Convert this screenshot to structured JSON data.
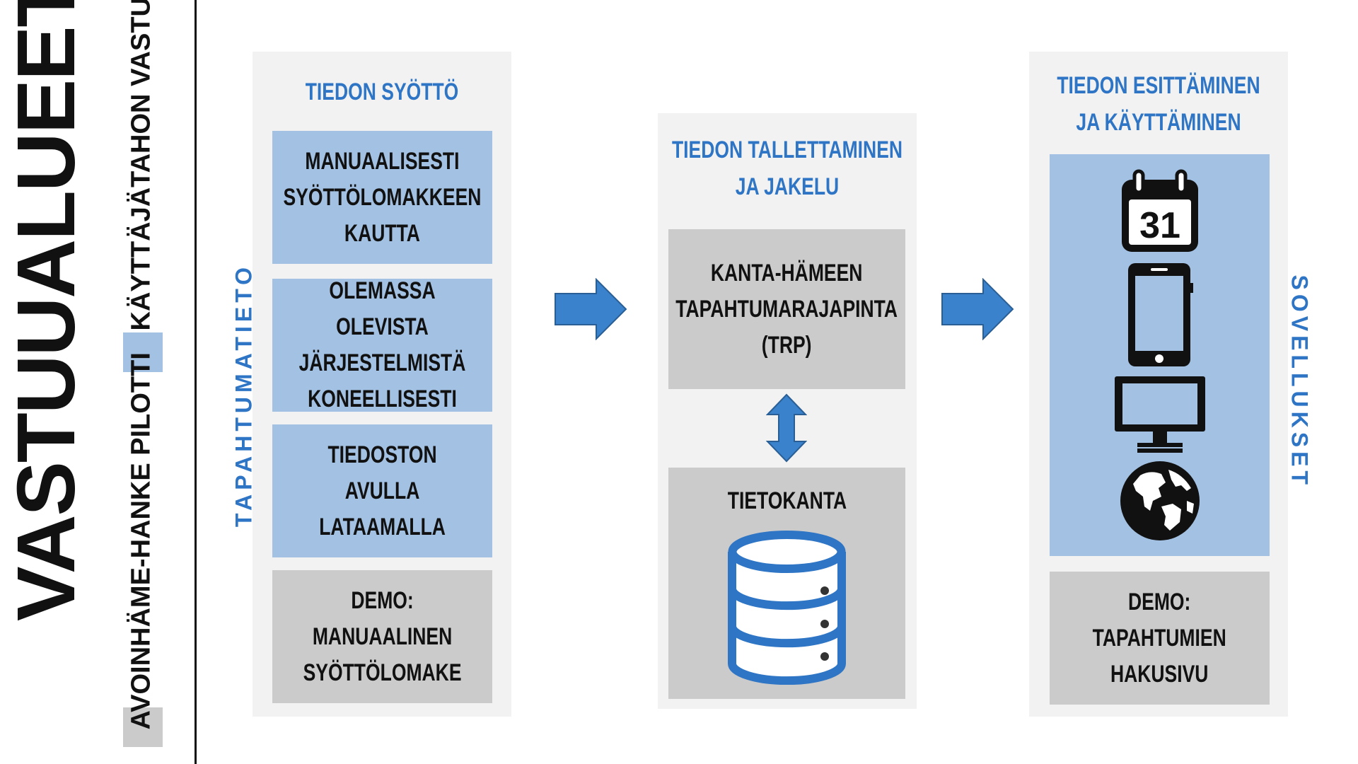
{
  "title": "VASTUUALUEET",
  "legend": {
    "user_responsibility": "KÄYTTÄJÄTAHON VASTUULLA",
    "pilot": "AVOINHÄME-HANKE PILOTTI",
    "colors": {
      "user": "#a3c1e2",
      "pilot": "#cbcbcb"
    }
  },
  "columns": {
    "input": {
      "heading": "TIEDON SYÖTTÖ",
      "side_label": "TAPAHTUMATIETO",
      "boxes": [
        "MANUAALISESTI\nSYÖTTÖLOMAKKEEN\nKAUTTA",
        "OLEMASSA OLEVISTA\nJÄRJESTELMISTÄ\nKONEELLISESTI",
        "TIEDOSTON\nAVULLA\nLATAAMALLA",
        "DEMO:\nMANUAALINEN\nSYÖTTÖLOMAKE"
      ]
    },
    "storage": {
      "heading": "TIEDON TALLETTAMINEN\nJA JAKELU",
      "api_box": "KANTA-HÄMEEN\nTAPAHTUMARAJAPINTA\n(TRP)",
      "db_box": "TIETOKANTA",
      "db_icon": "database-icon"
    },
    "presentation": {
      "heading": "TIEDON ESITTÄMINEN\nJA KÄYTTÄMINEN",
      "side_label": "SOVELLUKSET",
      "calendar_day": "31",
      "icons": [
        "calendar-icon",
        "smartphone-icon",
        "monitor-icon",
        "globe-icon"
      ],
      "demo_box": "DEMO:\nTAPAHTUMIEN\nHAKUSIVU"
    }
  },
  "accent_color": "#2e75c5",
  "arrow_color": "#3a82cc"
}
